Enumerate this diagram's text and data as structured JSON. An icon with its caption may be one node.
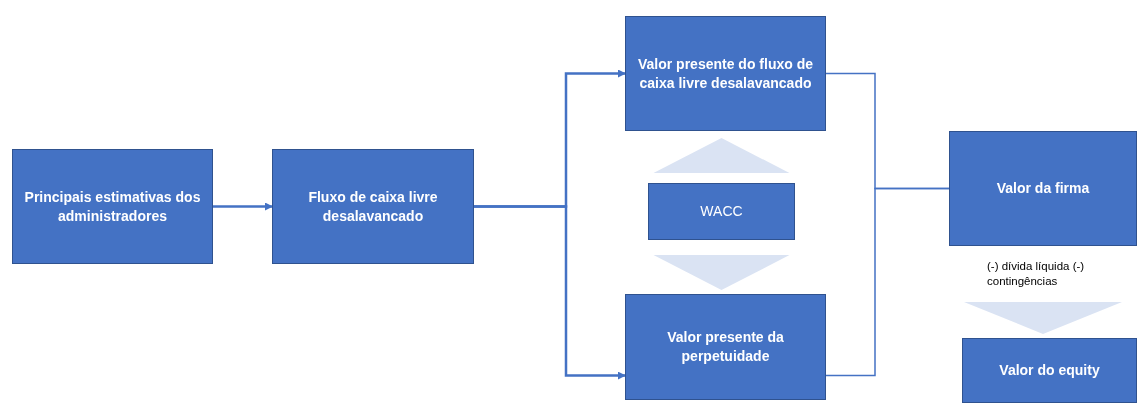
{
  "diagram": {
    "nodes": [
      {
        "text": [
          "Principais estimativas dos administradores"
        ]
      },
      {
        "text": [
          "Fluxo de caixa livre desalavancado"
        ]
      },
      {
        "text": [
          "Valor presente do fluxo de caixa livre desalavancado"
        ]
      },
      {
        "text": [
          "WACC"
        ]
      },
      {
        "text": [
          "Valor presente da perpetuidade"
        ]
      },
      {
        "text": [
          "Valor da firma"
        ]
      },
      {
        "text": [
          "Valor do equity"
        ]
      }
    ],
    "edges": [
      {
        "from": 0,
        "to": 1,
        "arrow": "to"
      },
      {
        "from": 1,
        "to": 2,
        "arrow": "to"
      },
      {
        "from": 1,
        "to": 4,
        "arrow": "to"
      },
      {
        "from": 2,
        "to": 5,
        "arrow": "none"
      },
      {
        "from": 4,
        "to": 5,
        "arrow": "none"
      },
      {
        "from": 3,
        "to": 2,
        "arrow": "to",
        "style": "thick",
        "color": "#dae3f3"
      },
      {
        "from": 3,
        "to": 4,
        "arrow": "to",
        "style": "thick",
        "color": "#dae3f3"
      },
      {
        "from": 5,
        "to": 6,
        "arrow": "to",
        "style": "thick",
        "color": "#dae3f3",
        "label": "(-) dívida líquida (-) contingências"
      }
    ]
  }
}
